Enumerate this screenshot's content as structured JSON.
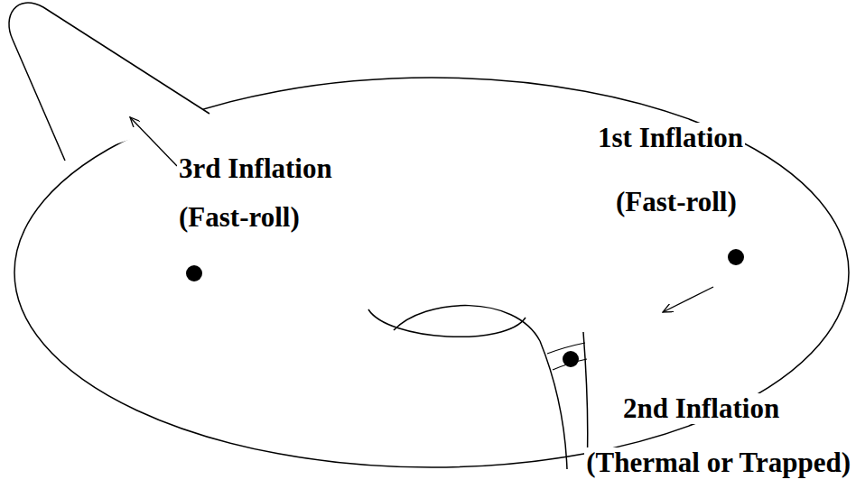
{
  "diagram": {
    "labels": [
      "3rd Inflation",
      "(Fast-roll)",
      "1st Inflation",
      "(Fast-roll)",
      "2nd Inflation",
      "(Thermal or Trapped)"
    ]
  }
}
